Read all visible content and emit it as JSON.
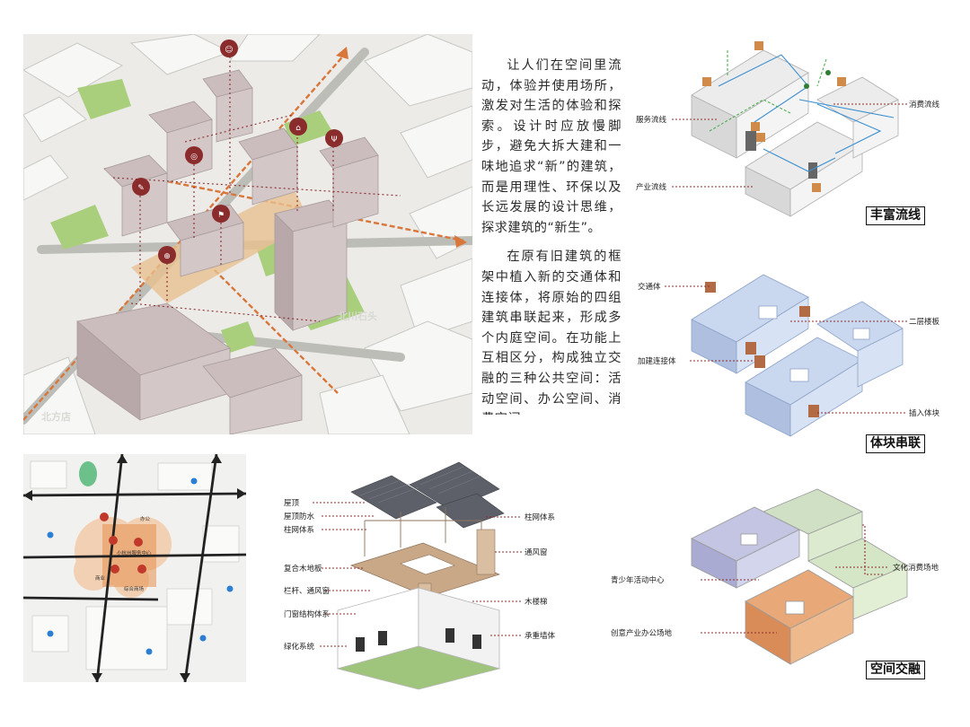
{
  "paragraphs": [
    "让人们在空间里流动，体验并使用场所，激发对生活的体验和探索。设计时应放慢脚步，避免大拆大建和一味地追求“新”的建筑，而是用理性、环保以及长远发展的设计思维，探求建筑的“新生”。",
    "在原有旧建筑的框架中植入新的交通体和连接体，将原始的四组建筑串联起来，形成多个内庭空间。在功能上互相区分，构成独立交融的三种公共空间：活动空间、办公空间、消费空间。"
  ],
  "aerial": {
    "street_label": "北川石头",
    "street_label_2": "北方店"
  },
  "flow": {
    "title": "丰富流线",
    "labels": {
      "service": "服务流线",
      "industry": "产业流线",
      "consume": "消费流线"
    }
  },
  "mass": {
    "title": "体块串联",
    "labels": {
      "traffic": "交通体",
      "connector": "加建连接体",
      "floor": "二层楼板",
      "insert": "插入体块"
    }
  },
  "func": {
    "title": "空间交融",
    "labels": {
      "youth": "青少年活动中心",
      "creative": "创意产业办公场地",
      "culture": "文化消费场地"
    }
  },
  "site_map": {
    "label_a": "小杭州服务中心",
    "label_b": "商业",
    "label_c": "综合商场",
    "label_d": "办公"
  },
  "exploded": {
    "left_labels": [
      "屋顶",
      "屋顶防水",
      "柱网体系",
      "复合木地板",
      "栏杆、通风窗",
      "门窗结构体系",
      "绿化系统"
    ],
    "right_labels": [
      "柱网体系",
      "通风窗",
      "木楼梯",
      "承重墙体"
    ]
  },
  "colors": {
    "accent": "#8b2c2c",
    "path": "#d9763a",
    "building": "#cbbcbd",
    "green": "#a9cf7c",
    "blue": "#4b83c8"
  }
}
